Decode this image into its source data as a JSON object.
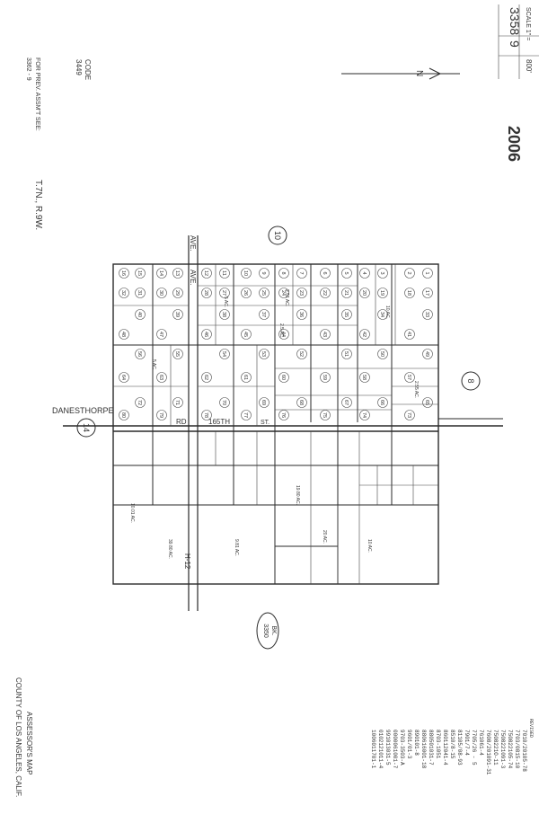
{
  "header": {
    "book": "3358",
    "page": "9",
    "scale_label": "SCALE 1\" =",
    "scale_value": "800'",
    "year": "2006",
    "north_label": "N"
  },
  "left_notes": {
    "code_label": "CODE",
    "code_value": "3449",
    "prev_assmt_line1": "FOR PREV. ASSM'T SEE:",
    "prev_assmt_line2": "3362 - 9",
    "township": "T.7N., R.9W."
  },
  "streets": {
    "avenue_top": "AVE.",
    "avenue_inner": "AVE.",
    "danesthorpe": "DANESTHORPE",
    "rd": "RD",
    "street_165th": "165TH",
    "h12": "H-12",
    "st_label": "ST."
  },
  "adjacent_pages": {
    "top": "10",
    "right": "8",
    "left": "14",
    "bottom_book_label": "BK.",
    "bottom_book_value": "3350"
  },
  "footer": {
    "assessor_line1": "ASSESSOR'S MAP",
    "assessor_line2": "COUNTY OF LOS ANGELES, CALIF."
  },
  "revision_notes": [
    "REVISED",
    "7010/20105-78",
    "7703/0815-10",
    "750822105-74",
    "7508221091-3",
    "7508221O-11",
    "7608/201091-31",
    "761061-4",
    "7705/26 - 5",
    "7901/7-4",
    "81105/08-93",
    "8510/8-15",
    "860112041-4",
    "8703-1051",
    "880501031-7",
    "880616001-18",
    "890101-8",
    "9601/01-3",
    "9703-3503-A",
    "0000061001-7",
    "991013031-5",
    "0102121011-4",
    "1006011701-1"
  ],
  "parcel_numbers": [
    "1",
    "2",
    "3",
    "4",
    "5",
    "6",
    "7",
    "8",
    "9",
    "10",
    "11",
    "12",
    "13",
    "14",
    "15",
    "16",
    "17",
    "18",
    "19",
    "20",
    "21",
    "22",
    "23",
    "24",
    "25",
    "26",
    "27",
    "28",
    "29",
    "30",
    "31",
    "32",
    "33",
    "34",
    "35",
    "36",
    "37",
    "38",
    "39",
    "40",
    "41",
    "42",
    "43",
    "44",
    "45",
    "46",
    "47",
    "48",
    "49",
    "50",
    "51",
    "52",
    "53",
    "54",
    "55",
    "56",
    "57",
    "58",
    "59",
    "60",
    "61",
    "62",
    "63",
    "64",
    "65",
    "66",
    "67",
    "68",
    "69",
    "70",
    "71",
    "72",
    "73",
    "74",
    "75",
    "76",
    "77",
    "78",
    "79",
    "80"
  ],
  "acreage_labels": [
    "2.51 AC.",
    "10 AC.",
    "5 AC.",
    "20 AC.",
    "2.5 AC.",
    "10.01 AC.",
    "9.81 AC.",
    "2.55 AC.",
    "39.80 AC.",
    "19.80 AC.",
    "5 AC.",
    "10 AC."
  ]
}
